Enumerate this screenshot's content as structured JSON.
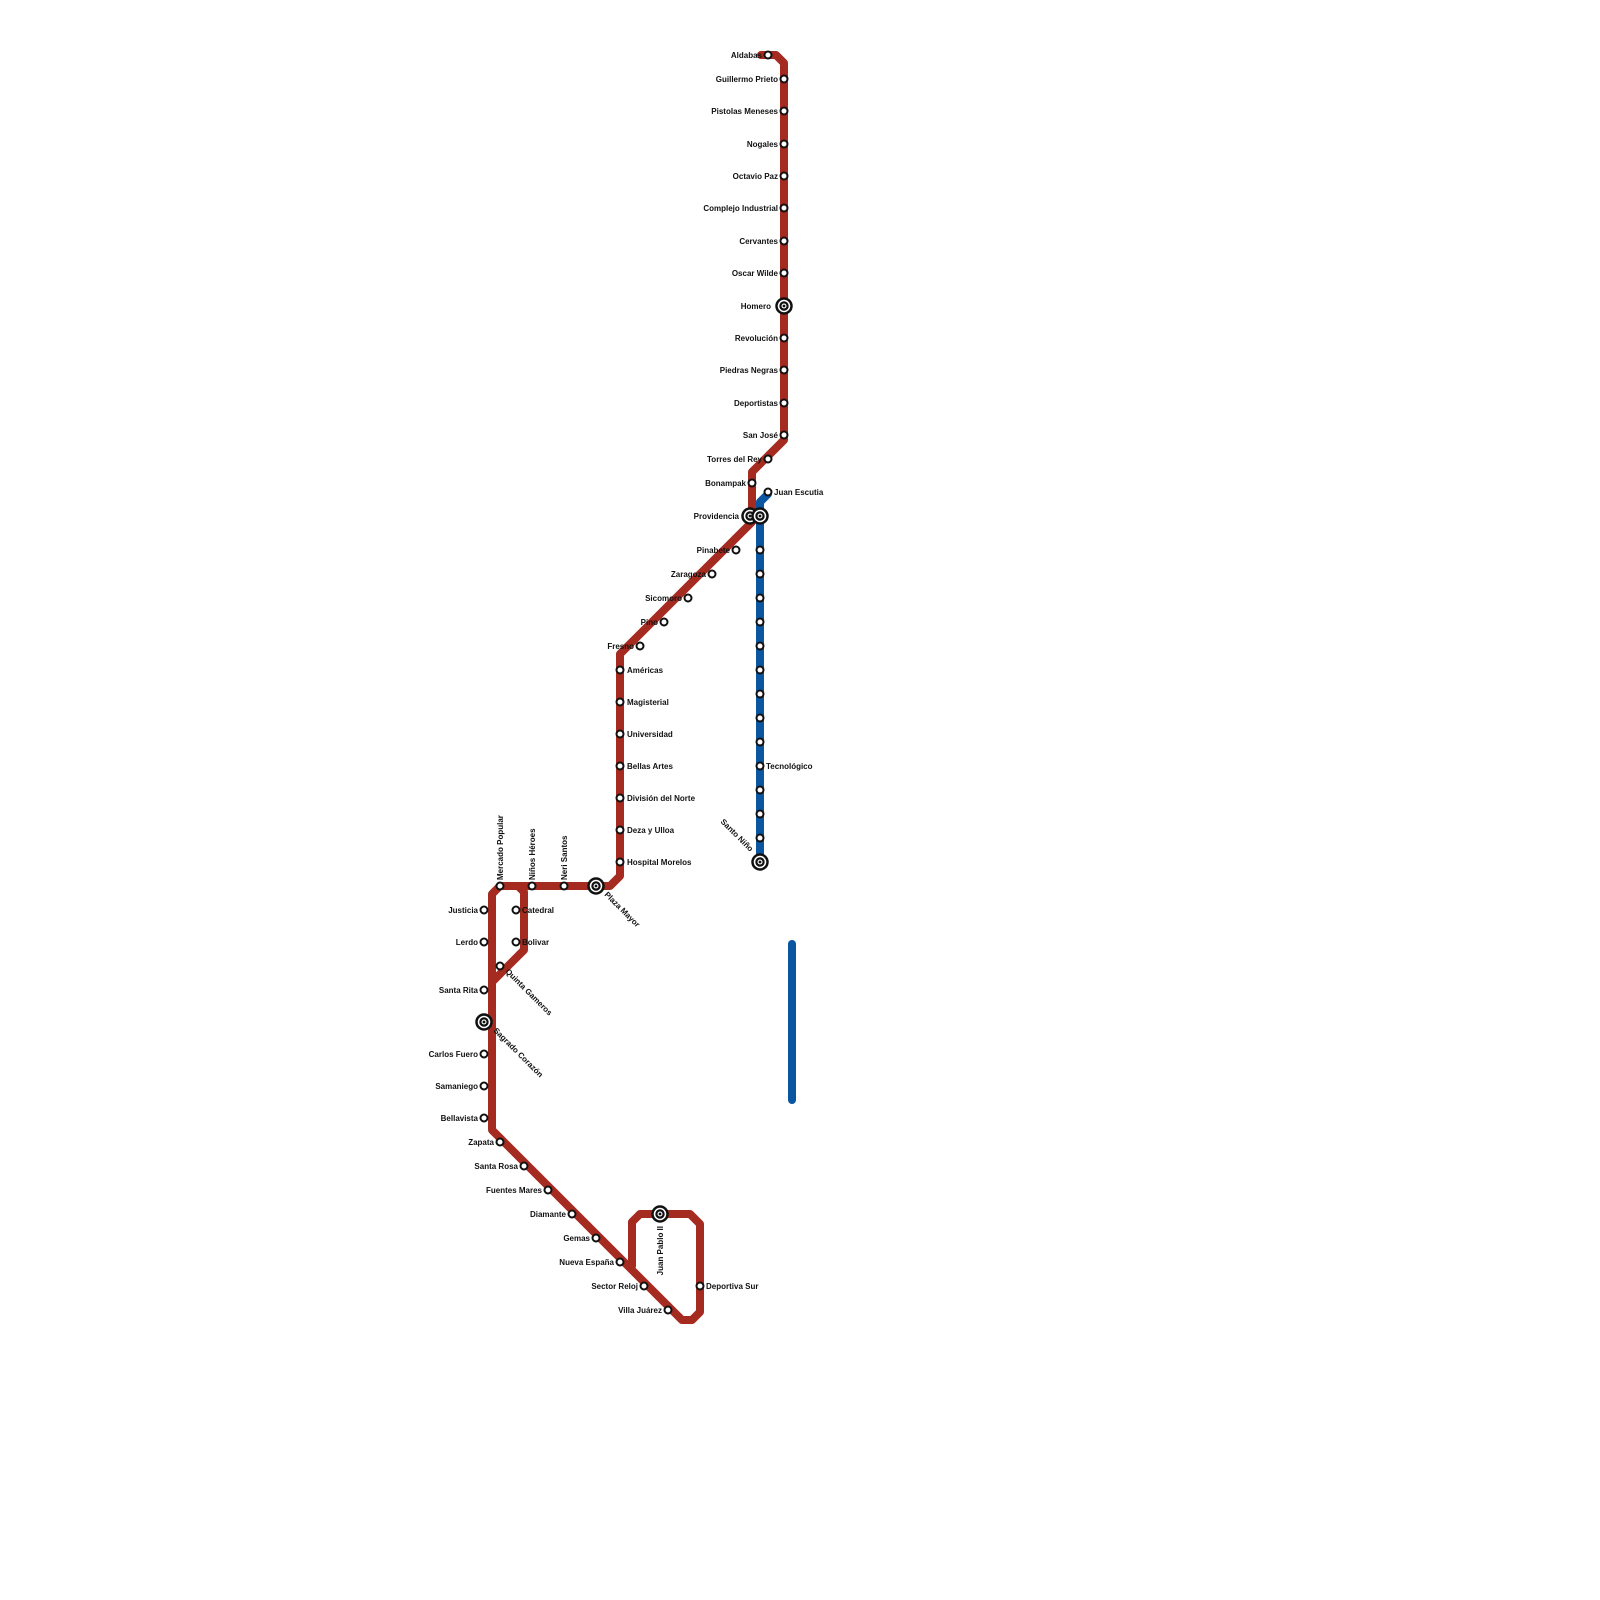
{
  "lines": [
    {
      "name": "",
      "color": "#a52a1f"
    },
    {
      "name": "",
      "color": "#0a56a0"
    }
  ],
  "stations": {
    "aldabas": "Aldabas",
    "guillermo_prieto": "Guillermo Prieto",
    "pistolas_meneses": "Pistolas Meneses",
    "nogales": "Nogales",
    "octavio_paz": "Octavio Paz",
    "complejo_industrial": "Complejo Industrial",
    "cervantes": "Cervantes",
    "oscar_wilde": "Oscar Wilde",
    "homero": "Homero",
    "revolucion": "Revolución",
    "piedras_negras": "Piedras Negras",
    "deportistas": "Deportistas",
    "san_jose": "San José",
    "torres_del_rey": "Torres del Rey",
    "bonampak": "Bonampak",
    "juan_escutia": "Juan Escutia",
    "providencia": "Providencia",
    "pinabete": "Pinabete",
    "zaragoza": "Zaragoza",
    "sicomoro": "Sicomoro",
    "pino": "Pino",
    "fresno": "Fresno",
    "americas": "Américas",
    "magisterial": "Magisterial",
    "universidad": "Universidad",
    "bellas_artes": "Bellas Artes",
    "division_del_norte": "División del Norte",
    "deza_y_ulloa": "Deza y Ulloa",
    "hospital_morelos": "Hospital Morelos",
    "tecnologico": "Tecnológico",
    "santo_nino": "Santo Niño",
    "mercado_popular": "Mercado Popular",
    "ninos_heroes": "Niños Héroes",
    "neri_santos": "Neri Santos",
    "plaza_mayor": "Plaza Mayor",
    "justicia": "Justicia",
    "catedral": "Catedral",
    "lerdo": "Lerdo",
    "bolivar": "Bolivar",
    "quinta_gameros": "Quinta Gameros",
    "santa_rita": "Santa Rita",
    "sagrado_corazon": "Sagrado Corazón",
    "carlos_fuero": "Carlos Fuero",
    "samaniego": "Samaniego",
    "bellavista": "Bellavista",
    "zapata": "Zapata",
    "santa_rosa": "Santa Rosa",
    "fuentes_mares": "Fuentes Mares",
    "diamante": "Diamante",
    "gemas": "Gemas",
    "nueva_espana": "Nueva España",
    "juan_pablo_ii": "Juan Pablo II",
    "sector_reloj": "Sector Reloj",
    "deportiva_sur": "Deportiva Sur",
    "villa_juarez": "Villa Juárez"
  }
}
